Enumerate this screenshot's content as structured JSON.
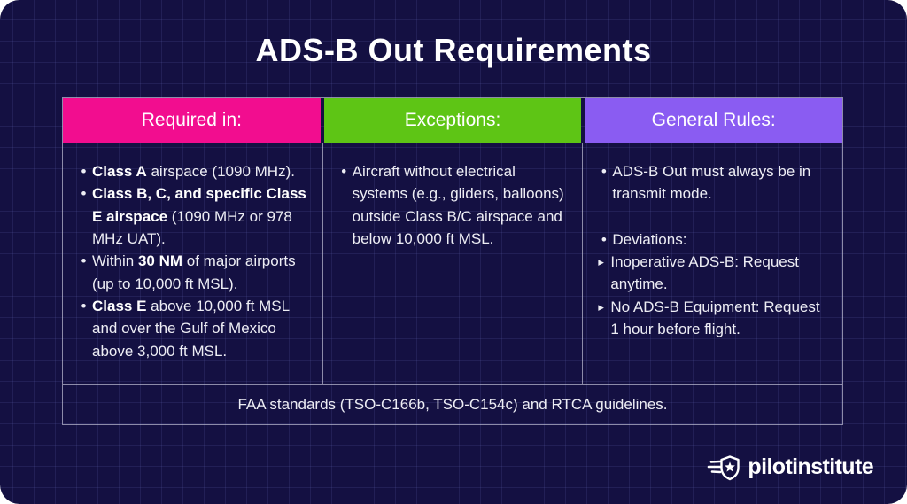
{
  "page": {
    "title": "ADS-B Out Requirements"
  },
  "colors": {
    "background": "#141042",
    "required_header": "#F20D8F",
    "exceptions_header": "#5EC515",
    "general_rules_header": "#8A5CF2",
    "text": "#EDEDF4"
  },
  "bullets": {
    "item": "•",
    "sub": "▸"
  },
  "table": {
    "columns": [
      {
        "header": "Required in:",
        "color": "#F20D8F",
        "items": [
          {
            "segments": [
              {
                "t": "Class A",
                "b": true
              },
              {
                "t": " airspace (1090 MHz).",
                "b": false
              }
            ]
          },
          {
            "segments": [
              {
                "t": "Class B, C, and specific Class E airspace",
                "b": true
              },
              {
                "t": " (1090 MHz or 978 MHz UAT).",
                "b": false
              }
            ]
          },
          {
            "segments": [
              {
                "t": "Within ",
                "b": false
              },
              {
                "t": "30 NM",
                "b": true
              },
              {
                "t": " of major airports (up to 10,000 ft MSL).",
                "b": false
              }
            ]
          },
          {
            "segments": [
              {
                "t": "Class E",
                "b": true
              },
              {
                "t": " above 10,000 ft MSL and over the Gulf of Mexico above 3,000 ft MSL.",
                "b": false
              }
            ]
          }
        ]
      },
      {
        "header": "Exceptions:",
        "color": "#5EC515",
        "items": [
          {
            "segments": [
              {
                "t": "Aircraft without electrical systems (e.g., gliders, balloons) outside Class B/C airspace and below 10,000 ft MSL.",
                "b": false
              }
            ]
          }
        ]
      },
      {
        "header": "General Rules:",
        "color": "#8A5CF2",
        "items": [
          {
            "segments": [
              {
                "t": "ADS-B Out must always be in transmit mode.",
                "b": false
              }
            ],
            "gap_after": true
          },
          {
            "segments": [
              {
                "t": "Deviations:",
                "b": false
              }
            ],
            "sub": [
              "Inoperative ADS-B: Request anytime.",
              "No ADS-B Equipment: Request 1 hour before flight."
            ]
          }
        ]
      }
    ],
    "footer": "FAA standards (TSO-C166b, TSO-C154c) and RTCA guidelines."
  },
  "logo": {
    "icon": "winged-star-shield-icon",
    "text": "pilotinstitute"
  }
}
